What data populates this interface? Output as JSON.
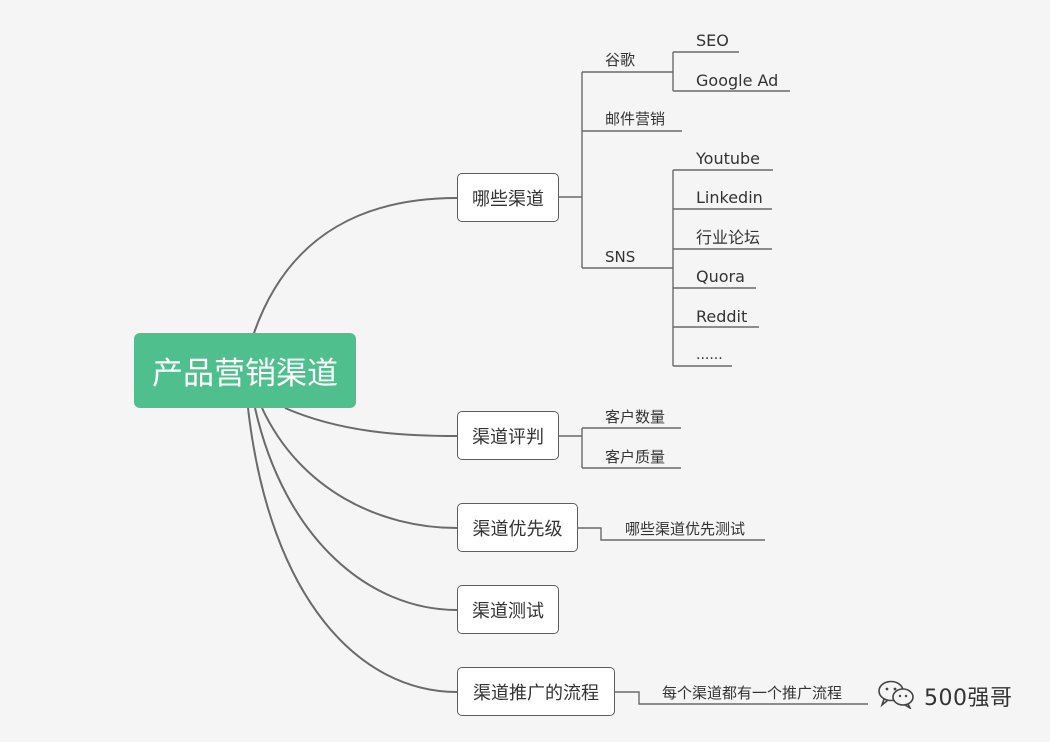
{
  "root": {
    "label": "产品营销渠道"
  },
  "branches": [
    {
      "label": "哪些渠道",
      "children": [
        {
          "label": "谷歌",
          "children": [
            "SEO",
            "Google Ad"
          ]
        },
        {
          "label": "邮件营销",
          "children": []
        },
        {
          "label": "SNS",
          "children": [
            "Youtube",
            "Linkedin",
            "行业论坛",
            "Quora",
            "Reddit",
            "......"
          ]
        }
      ]
    },
    {
      "label": "渠道评判",
      "children": [
        {
          "label": "客户数量"
        },
        {
          "label": "客户质量"
        }
      ]
    },
    {
      "label": "渠道优先级",
      "children": [
        {
          "label": "哪些渠道优先测试"
        }
      ]
    },
    {
      "label": "渠道测试",
      "children": []
    },
    {
      "label": "渠道推广的流程",
      "children": [
        {
          "label": "每个渠道都有一个推广流程"
        }
      ]
    }
  ],
  "watermark": {
    "icon": "wechat-icon",
    "text": "500强哥"
  },
  "colors": {
    "root_fill": "#4fc08d",
    "connector": "#6a6a6a",
    "background": "#f5f5f5"
  }
}
